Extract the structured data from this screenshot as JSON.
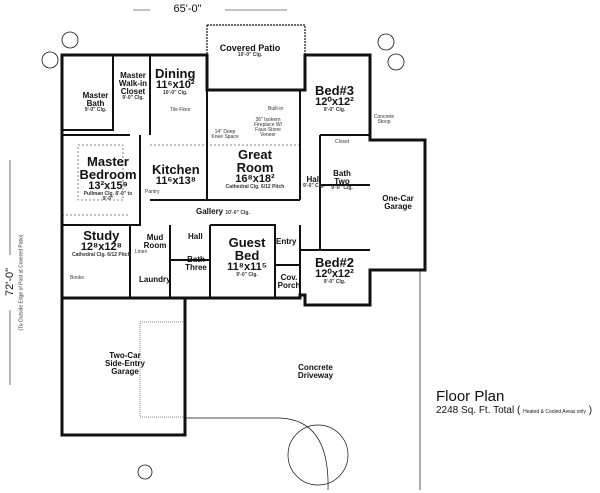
{
  "overall": {
    "width_dim": "65'-0\"",
    "depth_dim": "72'-0\"",
    "depth_note": "(To Outside Edge of Post at Covered Patio)"
  },
  "title": {
    "heading": "Floor Plan",
    "area": "2248 Sq. Ft. Total",
    "area_note": "Heated & Cooled Areas only"
  },
  "rooms": {
    "covered_patio": {
      "name": "Covered Patio",
      "note": "10'-0\" Clg."
    },
    "dining": {
      "name": "Dining",
      "size": "11⁶x10²",
      "note": "10'-0\" Clg."
    },
    "master_bath": {
      "name": "Master Bath",
      "note": "9'-0\" Clg."
    },
    "master_closet": {
      "name": "Master Walk-in Closet",
      "note": "9'-0\" Clg."
    },
    "bed3": {
      "name": "Bed#3",
      "size": "12⁰x12²",
      "note": "9'-0\" Clg."
    },
    "great_room": {
      "name": "Great Room",
      "size": "16⁸x18²",
      "note": "Cathedral Clg. 6/12 Pitch"
    },
    "kitchen": {
      "name": "Kitchen",
      "size": "11⁶x13⁸"
    },
    "master_bedroom": {
      "name": "Master Bedroom",
      "size": "13²x15⁹",
      "note": "Pullman Clg. 8'-0\" to 9'-0\""
    },
    "hall_east": {
      "name": "Hall",
      "note": "9'-0\" Clg."
    },
    "bath_two": {
      "name": "Bath Two",
      "note": "9'-0\" Clg."
    },
    "one_car_garage": {
      "name": "One-Car Garage"
    },
    "gallery": {
      "name": "Gallery",
      "note": "10'-0\" Clg."
    },
    "study": {
      "name": "Study",
      "size": "12⁸x12⁸",
      "note": "Cathedral Clg. 6/12 Pitch"
    },
    "mud_room": {
      "name": "Mud Room"
    },
    "hall_west": {
      "name": "Hall"
    },
    "bath_three": {
      "name": "Bath Three"
    },
    "laundry": {
      "name": "Laundry"
    },
    "guest_bed": {
      "name": "Guest Bed",
      "size": "11⁸x11⁵",
      "note": "9'-0\" Clg."
    },
    "entry": {
      "name": "Entry"
    },
    "cov_porch": {
      "name": "Cov. Porch"
    },
    "bed2": {
      "name": "Bed#2",
      "size": "12⁰x12²",
      "note": "9'-0\" Clg."
    },
    "two_car_garage": {
      "name": "Two-Car Side-Entry Garage"
    },
    "driveway": {
      "name": "Concrete Driveway"
    }
  },
  "notes": {
    "tile_floor": "Tile Floor",
    "knee_space": "14\" Deep Knee Space",
    "fireplace": "36\" Isokern Fireplace W/ Faux-Stone Veneer",
    "built_in": "Built-in",
    "pantry": "Pantry",
    "closet": "Closet",
    "books": "Books",
    "linen": "Linen",
    "concrete_stoop": "Concrete Stoop"
  }
}
